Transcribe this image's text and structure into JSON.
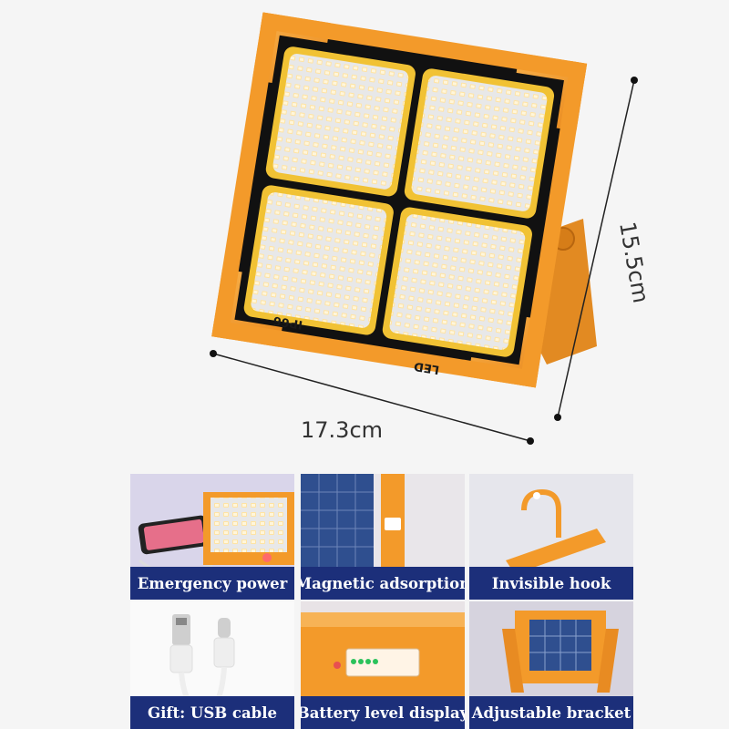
{
  "product": {
    "front_marking": "IP66",
    "bottom_marking": "LED"
  },
  "dimensions": {
    "height": "15.5cm",
    "width": "17.3cm"
  },
  "features": [
    {
      "key": "emergency-power",
      "caption": "Emergency power"
    },
    {
      "key": "magnetic-adsorption",
      "caption": "Magnetic adsorption"
    },
    {
      "key": "invisible-hook",
      "caption": "Invisible hook"
    },
    {
      "key": "usb-cable",
      "caption": "Gift: USB cable"
    },
    {
      "key": "battery-level-display",
      "caption": "Battery level display"
    },
    {
      "key": "adjustable-bracket",
      "caption": "Adjustable bracket"
    }
  ],
  "colors": {
    "housing_orange": "#f39a2a",
    "caption_navy": "#1c2f7a",
    "led_warm": "#ffe3a3",
    "led_cool": "#f4f6fb",
    "solar_blue": "#2f4f8f"
  }
}
